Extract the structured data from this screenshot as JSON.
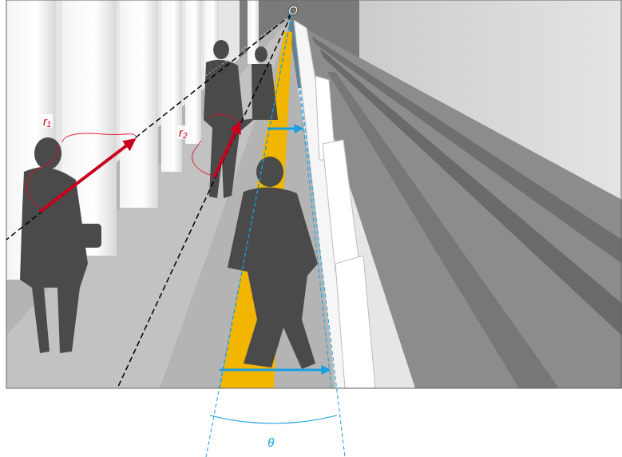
{
  "diagram": {
    "labels": [
      "O",
      "r₁",
      "r₂",
      "θ"
    ]
  }
}
